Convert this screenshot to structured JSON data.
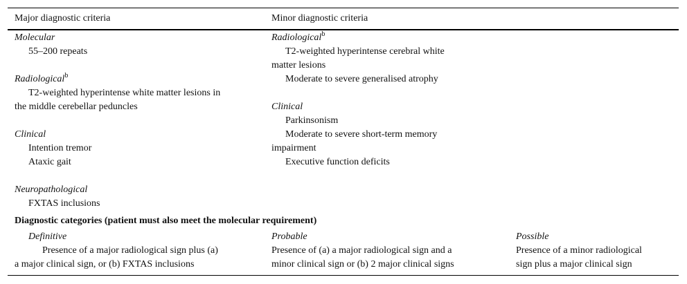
{
  "table": {
    "headers": [
      "Major diagnostic criteria",
      "Minor diagnostic criteria"
    ],
    "major": {
      "molecular": {
        "heading": "Molecular",
        "items": [
          "55–200 repeats"
        ]
      },
      "radiological": {
        "heading": "Radiological",
        "sup": "b",
        "item_line1": "T2-weighted hyperintense white matter lesions in",
        "item_line2": "the middle cerebellar peduncles"
      },
      "clinical": {
        "heading": "Clinical",
        "items": [
          "Intention tremor",
          "Ataxic gait"
        ]
      },
      "neuropathological": {
        "heading": "Neuropathological",
        "items": [
          "FXTAS inclusions"
        ]
      }
    },
    "minor": {
      "radiological": {
        "heading": "Radiological",
        "sup": "b",
        "item1_line1": "T2-weighted hyperintense cerebral white",
        "item1_line2": "matter lesions",
        "item2": "Moderate to severe generalised atrophy"
      },
      "clinical": {
        "heading": "Clinical",
        "item1": "Parkinsonism",
        "item2_line1": "Moderate to severe short-term memory",
        "item2_line2": "impairment",
        "item3": "Executive function deficits"
      }
    },
    "categories": {
      "title": "Diagnostic categories (patient must also meet the molecular requirement)",
      "definitive": {
        "label": "Definitive",
        "line1": "Presence of a major radiological sign plus (a)",
        "line2": "a major clinical sign, or (b) FXTAS inclusions"
      },
      "probable": {
        "label": "Probable",
        "line1": "Presence of (a) a major radiological sign and a",
        "line2": "minor clinical sign or (b) 2 major clinical signs"
      },
      "possible": {
        "label": "Possible",
        "line1": "Presence of a minor radiological",
        "line2": "sign plus a major clinical sign"
      }
    }
  }
}
